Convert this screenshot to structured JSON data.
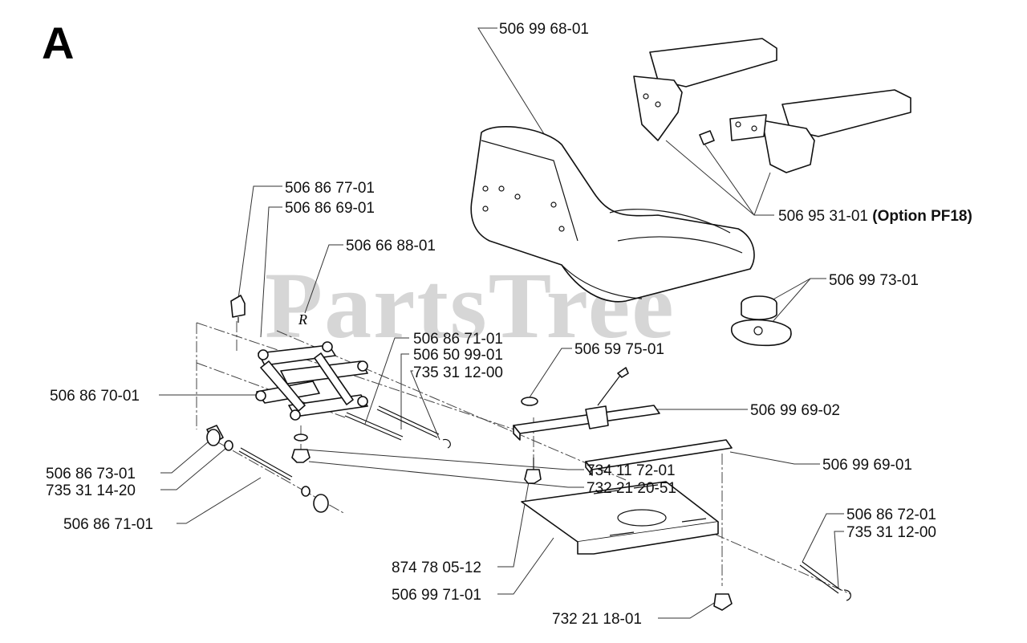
{
  "section_letter": "A",
  "watermark": "PartsTree",
  "callouts": [
    {
      "id": "c1",
      "number": "506 99 68-01"
    },
    {
      "id": "c2",
      "number": "506 95 31-01",
      "note": "(Option PF18)"
    },
    {
      "id": "c3",
      "number": "506 99 73-01"
    },
    {
      "id": "c4",
      "number": "506 86 77-01"
    },
    {
      "id": "c5",
      "number": "506 86 69-01"
    },
    {
      "id": "c6",
      "number": "506 66 88-01"
    },
    {
      "id": "c7",
      "number": "506 86 71-01"
    },
    {
      "id": "c8",
      "number": "506 50 99-01"
    },
    {
      "id": "c9",
      "number": "735 31 12-00"
    },
    {
      "id": "c10",
      "number": "506 59 75-01"
    },
    {
      "id": "c11",
      "number": "506 86 70-01"
    },
    {
      "id": "c12",
      "number": "506 99 69-02"
    },
    {
      "id": "c13",
      "number": "734 11 72-01"
    },
    {
      "id": "c14",
      "number": "732 21 20-51"
    },
    {
      "id": "c15",
      "number": "506 99 69-01"
    },
    {
      "id": "c16",
      "number": "506 86 73-01"
    },
    {
      "id": "c17",
      "number": "735 31 14-20"
    },
    {
      "id": "c18",
      "number": "506 86 71-01"
    },
    {
      "id": "c19",
      "number": "506 86 72-01"
    },
    {
      "id": "c20",
      "number": "735 31 12-00"
    },
    {
      "id": "c21",
      "number": "874 78 05-12"
    },
    {
      "id": "c22",
      "number": "506 99 71-01"
    },
    {
      "id": "c23",
      "number": "732 21 18-01"
    }
  ],
  "marker_letter": "R"
}
